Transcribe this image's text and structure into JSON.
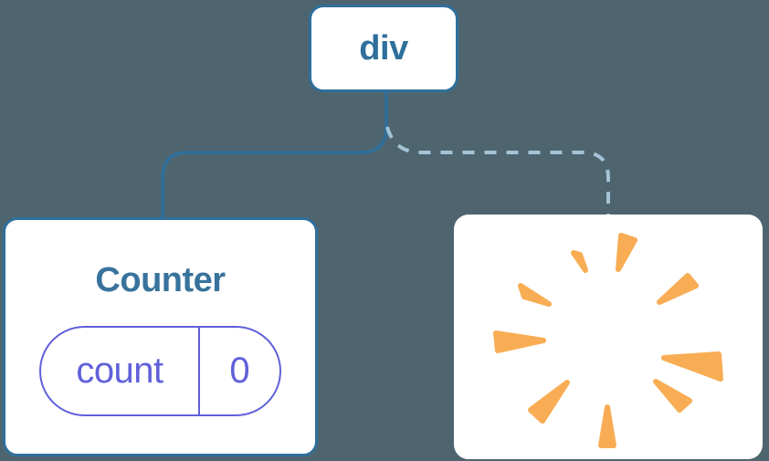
{
  "colors": {
    "background": "#4e6570",
    "surface": "#ffffff",
    "border": "#2f6f9b",
    "label": "#2f6f9b",
    "title": "#38739c",
    "accent": "#6060da",
    "dashed": "#a4c3d6",
    "poof": "#f8ad54"
  },
  "diagram": {
    "root": {
      "label": "div"
    },
    "counter": {
      "title": "Counter",
      "state": {
        "name": "count",
        "value": "0"
      }
    },
    "destroyed": {
      "icon": "poof-icon"
    }
  }
}
